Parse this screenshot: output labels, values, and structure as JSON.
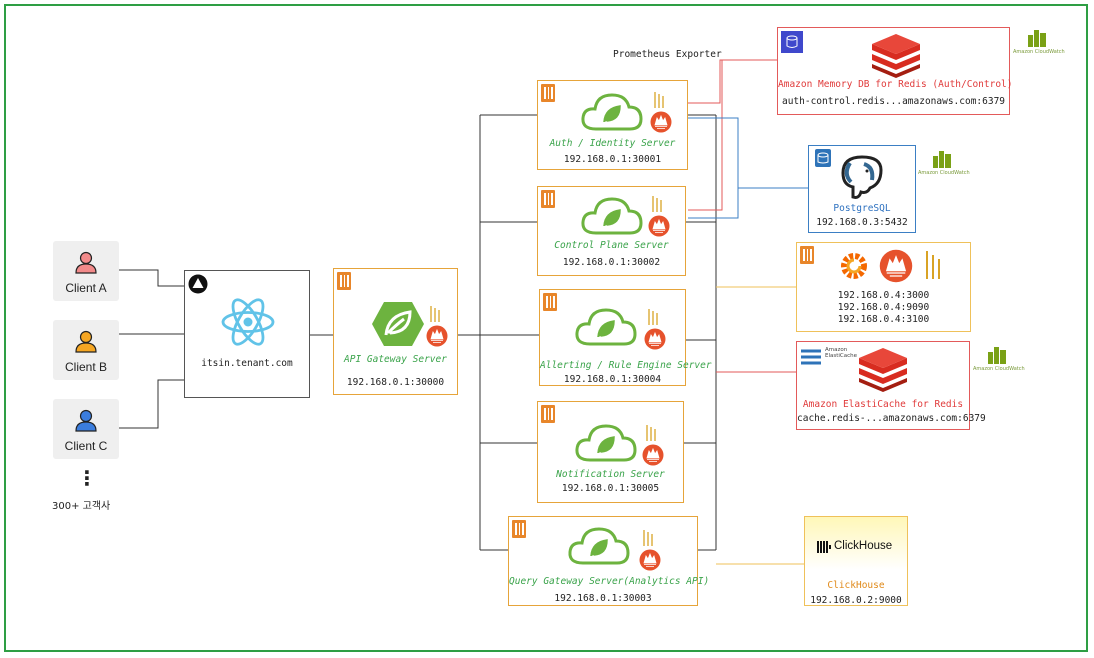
{
  "clients": [
    {
      "label": "Client A",
      "color": "#f28a8a"
    },
    {
      "label": "Client B",
      "color": "#f5a623"
    },
    {
      "label": "Client C",
      "color": "#3b7ddd"
    }
  ],
  "clients_more": "⋮",
  "clients_note": "300+ 고객사",
  "frontend": {
    "label": "itsin.tenant.com"
  },
  "gateway": {
    "title": "API Gateway Server",
    "ip": "192.168.0.1:30000"
  },
  "prometheus_label": "Prometheus Exporter",
  "servers": [
    {
      "title": "Auth / Identity Server",
      "ip": "192.168.0.1:30001"
    },
    {
      "title": "Control Plane Server",
      "ip": "192.168.0.1:30002"
    },
    {
      "title": "Allerting / Rule Engine Server",
      "ip": "192.168.0.1:30004"
    },
    {
      "title": "Notification Server",
      "ip": "192.168.0.1:30005"
    },
    {
      "title": "Query Gateway Server(Analytics API)",
      "ip": "192.168.0.1:30003"
    }
  ],
  "memorydb": {
    "title": "Amazon Memory DB for Redis (Auth/Control)",
    "host": "auth-control.redis...amazonaws.com:6379"
  },
  "postgres": {
    "title": "PostgreSQL",
    "ip": "192.168.0.3:5432"
  },
  "monitoring": {
    "ips": [
      "192.168.0.4:3000",
      "192.168.0.4:9090",
      "192.168.0.4:3100"
    ]
  },
  "elasticache": {
    "title": "Amazon ElastiCache for Redis",
    "host": "cache.redis-...amazonaws.com:6379",
    "badge": "Amazon ElastiCache"
  },
  "clickhouse": {
    "logo": "ClickHouse",
    "title": "ClickHouse",
    "ip": "192.168.0.2:9000"
  },
  "cloudwatch_label": "Amazon CloudWatch",
  "colors": {
    "frame": "#2e9e44",
    "spring": "#6db33f",
    "redis": "#d82c20",
    "prometheus": "#e6522c",
    "aws": "#e8862a"
  }
}
